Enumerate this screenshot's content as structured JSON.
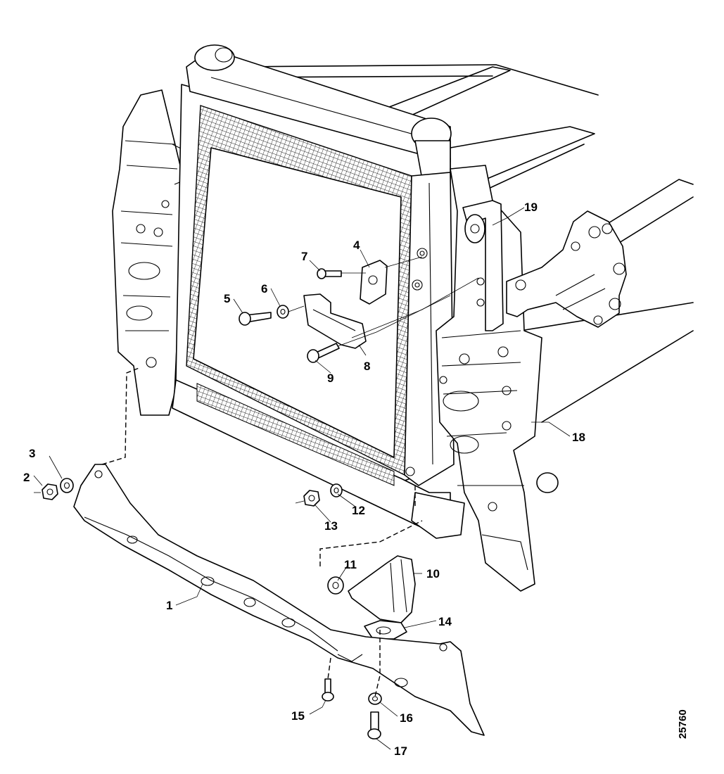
{
  "figure": {
    "callouts": [
      {
        "id": "c1",
        "text": "1"
      },
      {
        "id": "c2",
        "text": "2"
      },
      {
        "id": "c3",
        "text": "3"
      },
      {
        "id": "c4",
        "text": "4"
      },
      {
        "id": "c5",
        "text": "5"
      },
      {
        "id": "c6",
        "text": "6"
      },
      {
        "id": "c7",
        "text": "7"
      },
      {
        "id": "c8",
        "text": "8"
      },
      {
        "id": "c9",
        "text": "9"
      },
      {
        "id": "c10",
        "text": "10"
      },
      {
        "id": "c11",
        "text": "11"
      },
      {
        "id": "c12",
        "text": "12"
      },
      {
        "id": "c13",
        "text": "13"
      },
      {
        "id": "c14",
        "text": "14"
      },
      {
        "id": "c15",
        "text": "15"
      },
      {
        "id": "c16",
        "text": "16"
      },
      {
        "id": "c17",
        "text": "17"
      },
      {
        "id": "c18",
        "text": "18"
      },
      {
        "id": "c19",
        "text": "19"
      }
    ],
    "reference_number": "25760"
  }
}
